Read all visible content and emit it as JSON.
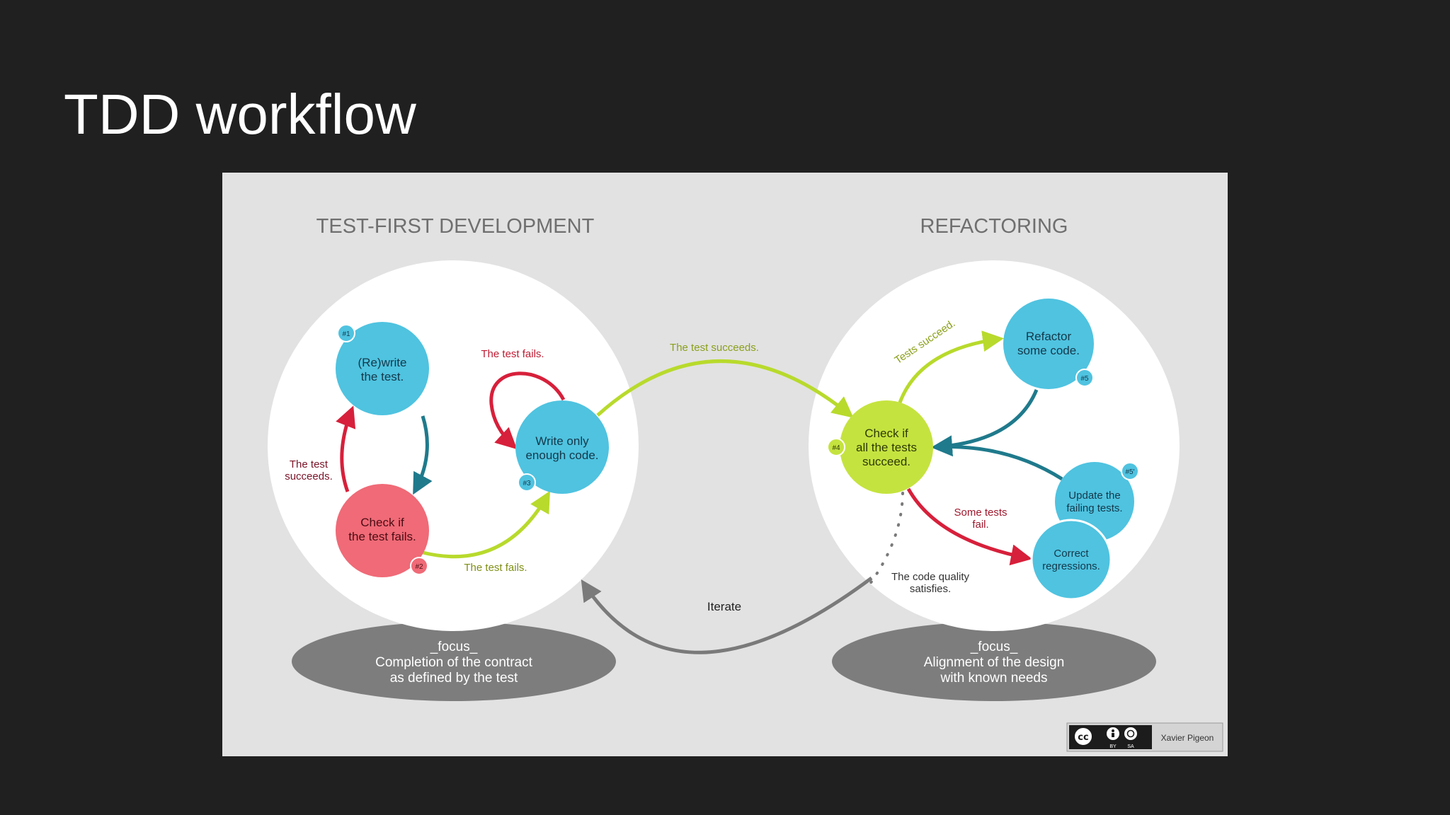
{
  "title": "TDD workflow",
  "colors": {
    "page_bg": "#202020",
    "panel_bg": "#e2e2e2",
    "circle_bg": "#ffffff",
    "blue_node": "#4fc3e0",
    "red_node": "#f06a77",
    "green_node": "#c5e33f",
    "red_arrow": "#d7203b",
    "teal_arrow": "#1f7a8c",
    "green_arrow": "#b8da2c",
    "gray_arrow": "#7a7a7a",
    "focus_ellipse": "#7d7d7d"
  },
  "diagram": {
    "sections": {
      "left_heading": "TEST-FIRST DEVELOPMENT",
      "right_heading": "REFACTORING"
    },
    "nodes": {
      "rewrite_test": {
        "line1": "(Re)write",
        "line2": "the test.",
        "badge": "#1"
      },
      "check_fails": {
        "line1": "Check if",
        "line2": "the test fails.",
        "badge": "#2"
      },
      "write_code": {
        "line1": "Write only",
        "line2": "enough code.",
        "badge": "#3"
      },
      "check_all": {
        "line1": "Check if",
        "line2": "all the tests",
        "line3": "succeed.",
        "badge": "#4"
      },
      "refactor": {
        "line1": "Refactor",
        "line2": "some code.",
        "badge": "#5"
      },
      "update_tests": {
        "line1": "Update the",
        "line2": "failing tests.",
        "badge": "#5'"
      },
      "correct": {
        "line1": "Correct",
        "line2": "regressions."
      }
    },
    "labels": {
      "test_succeeds_left_1": "The test",
      "test_succeeds_left_2": "succeeds.",
      "test_fails_top": "The test fails.",
      "test_fails_bottom": "The test fails.",
      "test_succeeds_middle": "The test succeeds.",
      "tests_succeed": "Tests succeed.",
      "some_tests_fail_1": "Some tests",
      "some_tests_fail_2": "fail.",
      "code_quality_1": "The code quality",
      "code_quality_2": "satisfies.",
      "iterate": "Iterate"
    },
    "focus_left": {
      "heading": "_focus_",
      "line1": "Completion of the contract",
      "line2": "as defined by the test"
    },
    "focus_right": {
      "heading": "_focus_",
      "line1": "Alignment of the design",
      "line2": "with known needs"
    },
    "license": {
      "cc": "cc",
      "by": "BY",
      "sa": "SA",
      "author": "Xavier Pigeon"
    }
  }
}
